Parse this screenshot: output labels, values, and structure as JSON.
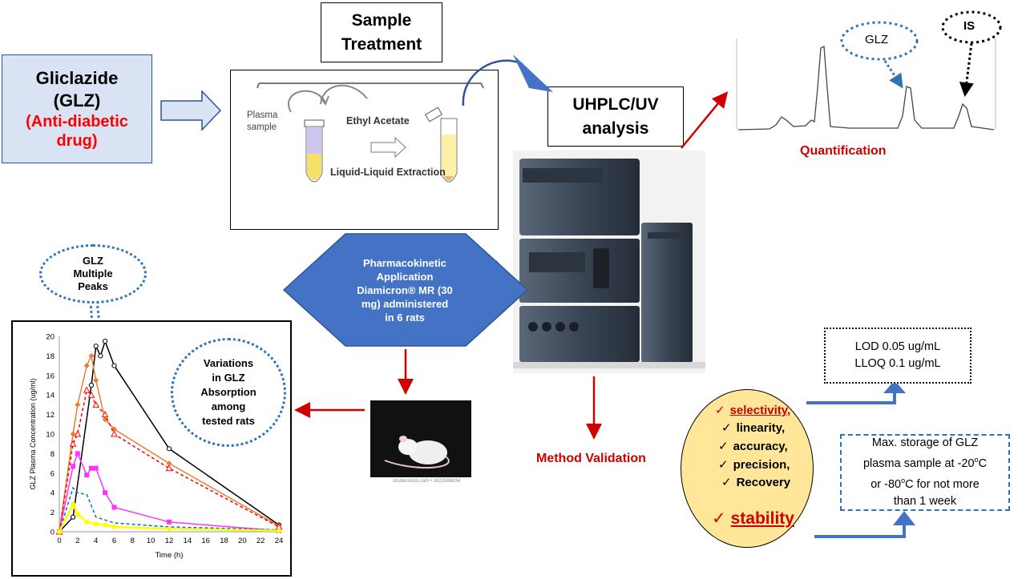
{
  "glz_box": {
    "name": "Gliclazide",
    "abbr": "(GLZ)",
    "class_line1": "(Anti-diabetic",
    "class_line2": "drug)"
  },
  "sample_treatment": {
    "line1": "Sample",
    "line2": "Treatment"
  },
  "extraction": {
    "plasma_line1": "Plasma",
    "plasma_line2": "sample",
    "solvent": "Ethyl Acetate",
    "method": "Liquid-Liquid Extraction"
  },
  "uhplc": {
    "line1": "UHPLC/UV",
    "line2": "analysis"
  },
  "chromatogram": {
    "peak1_label": "GLZ",
    "peak2_label": "IS",
    "caption": "Quantification"
  },
  "pk_application": {
    "line1": "Pharmacokinetic",
    "line2": "Application",
    "line3": "Diamicron® MR (30",
    "line4": "mg) administered",
    "line5": "in 6 rats"
  },
  "method_validation": "Method Validation",
  "validation_items": [
    "selectivity,",
    "linearity,",
    "accuracy,",
    "precision,",
    "Recovery"
  ],
  "stability_label": "stability",
  "limits": {
    "lod": "LOD 0.05 ug/mL",
    "lloq": "LLOQ 0.1 ug/mL"
  },
  "storage": {
    "line1": "Max. storage of GLZ",
    "line2_a": "plasma sample at -20",
    "line2_sup": "o",
    "line2_b": "C",
    "line3_a": "or -80",
    "line3_sup": "o",
    "line3_b": "C for not more",
    "line4": "than 1 week"
  },
  "callouts": {
    "multiple_peaks": {
      "line1": "GLZ",
      "line2": "Multiple",
      "line3": "Peaks"
    },
    "variations": {
      "line1": "Variations",
      "line2": "in GLZ",
      "line3": "Absorption",
      "line4": "among",
      "line5": "tested rats"
    }
  },
  "rat_caption": "shutterstock.com • 1622596834",
  "colors": {
    "red": "#d00000",
    "blue": "#2e75b6",
    "hexagon": "#4472c4",
    "glz_bg": "#dae3f3",
    "validation_bg": "#ffe699"
  },
  "chart_data": {
    "type": "line",
    "xlabel": "Time (h)",
    "ylabel": "GLZ Plasma Concentration (ug/ml)",
    "xlim": [
      0,
      24
    ],
    "ylim": [
      0,
      20
    ],
    "x_ticks": [
      0,
      2,
      4,
      6,
      8,
      10,
      12,
      14,
      16,
      18,
      20,
      22,
      24
    ],
    "y_ticks": [
      0,
      2,
      4,
      6,
      8,
      10,
      12,
      14,
      16,
      18,
      20
    ],
    "series": [
      {
        "color": "#000000",
        "style": "solid",
        "marker": "circle",
        "x": [
          0,
          1.5,
          3.5,
          4,
          4.5,
          5,
          6,
          12,
          24
        ],
        "y": [
          0,
          1.5,
          15,
          19,
          18,
          19.5,
          17,
          8.5,
          0.7
        ]
      },
      {
        "color": "#ed7d31",
        "style": "solid",
        "marker": "diamond",
        "x": [
          0,
          1.5,
          2,
          3,
          3.5,
          4,
          5,
          6,
          12,
          24
        ],
        "y": [
          0,
          10,
          13,
          17,
          18,
          15.5,
          11.5,
          10.5,
          7,
          0.6
        ]
      },
      {
        "color": "#ff0000",
        "style": "dashed",
        "marker": "triangle",
        "x": [
          0,
          1.5,
          2,
          3,
          3.5,
          4,
          5,
          6,
          12,
          24
        ],
        "y": [
          0,
          9,
          10,
          14.5,
          14,
          13,
          12,
          10,
          6.5,
          0.5
        ]
      },
      {
        "color": "#ff33ff",
        "style": "solid",
        "marker": "square",
        "x": [
          0,
          1.5,
          2,
          3,
          3.5,
          4,
          5,
          6,
          12,
          24
        ],
        "y": [
          0,
          6.7,
          8,
          5.8,
          6.5,
          6.5,
          4,
          2.5,
          1,
          0.1
        ]
      },
      {
        "color": "#0070c0",
        "style": "dashed",
        "marker": "none",
        "x": [
          0,
          1.5,
          2,
          3,
          4,
          6,
          12,
          24
        ],
        "y": [
          0,
          4.5,
          4,
          3.8,
          1.5,
          0.9,
          0.5,
          0.2
        ]
      },
      {
        "color": "#ffff00",
        "style": "solid",
        "marker": "circle",
        "x": [
          0,
          1.5,
          2,
          3,
          4,
          5,
          6,
          12,
          24
        ],
        "y": [
          0,
          2.8,
          1.8,
          1,
          0.8,
          0.7,
          0.5,
          0.3,
          0.1
        ]
      }
    ]
  }
}
